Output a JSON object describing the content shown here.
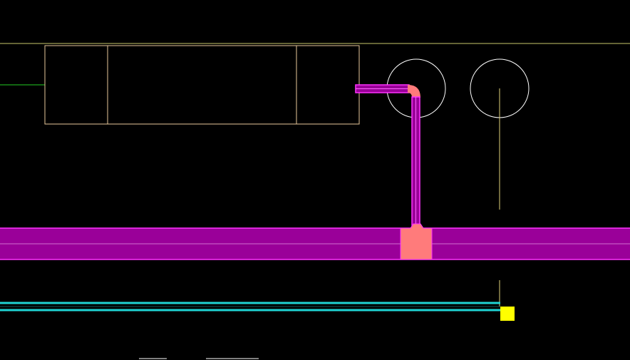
{
  "drawing": {
    "view": "cad-pipe-layout",
    "background": "#000000",
    "colors": {
      "boundary_line": "#c8c86a",
      "equipment_outline": "#e8c89a",
      "green_lead": "#22cc22",
      "pipe_fill": "#9a0099",
      "pipe_edge": "#ff33ff",
      "pipe_centerline": "#d070d0",
      "fitting": "#ff7b7b",
      "circle_outline": "#ffffff",
      "guide_line": "#e0d27a",
      "cyan_line": "#1fd3d3",
      "marker": "#ffff00"
    },
    "elements": [
      "boundary-line",
      "equipment-box",
      "green-lead-line",
      "branch-pipe",
      "main-pipe",
      "tee-fitting",
      "manhole-circle-1",
      "manhole-circle-2",
      "guide-line",
      "cyan-line",
      "yellow-marker"
    ]
  }
}
